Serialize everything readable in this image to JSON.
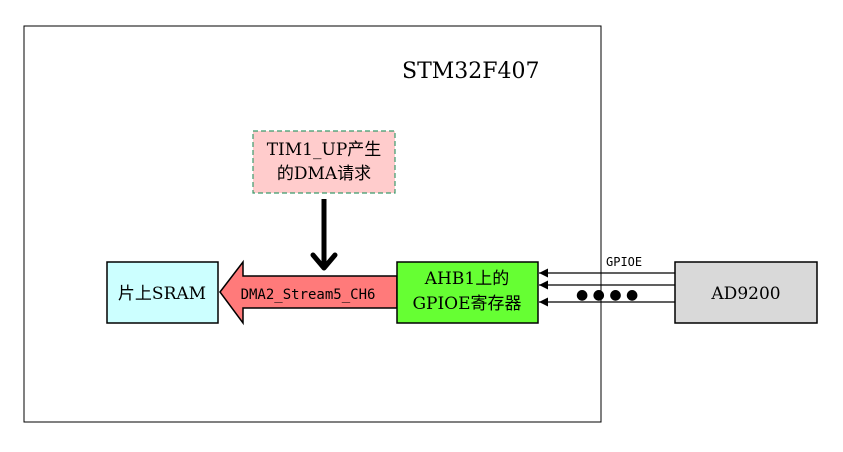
{
  "chip": {
    "label": "STM32F407"
  },
  "trigger": {
    "line1": "TIM1_UP产生",
    "line2": "的DMA请求",
    "fill": "#FFCCCC",
    "border": "#3C9A6C"
  },
  "sram": {
    "label": "片上SRAM",
    "fill": "#CCFFFF"
  },
  "dma": {
    "label": "DMA2_Stream5_CH6",
    "fill": "#FF7A7A"
  },
  "gpio_reg": {
    "line1": "AHB1上的",
    "line2": "GPIOE寄存器",
    "fill": "#66FF33"
  },
  "bus": {
    "label": "GPIOE",
    "dots": "● ● ● ●"
  },
  "adc": {
    "label": "AD9200",
    "fill": "#D9D9D9"
  }
}
